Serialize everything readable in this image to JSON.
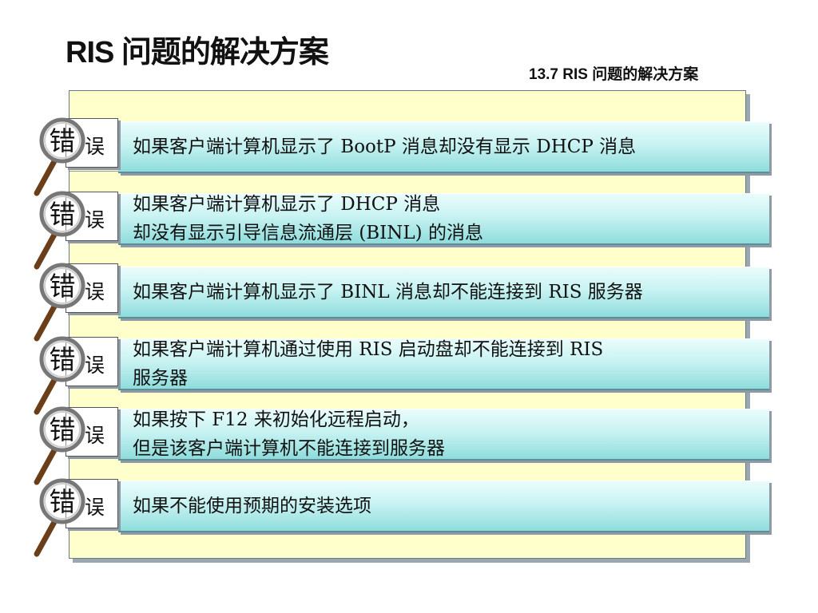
{
  "title": "RIS 问题的解决方案",
  "section_label": "13.7 RIS 问题的解决方案",
  "badge": {
    "char1": "错",
    "char2": "误"
  },
  "rows": [
    {
      "line1": "如果客户端计算机显示了 BootP 消息却没有显示 DHCP 消息",
      "line2": ""
    },
    {
      "line1": "如果客户端计算机显示了 DHCP 消息",
      "line2": "却没有显示引导信息流通层 (BINL) 的消息"
    },
    {
      "line1": "如果客户端计算机显示了 BINL 消息却不能连接到 RIS 服务器",
      "line2": ""
    },
    {
      "line1": "如果客户端计算机通过使用 RIS 启动盘却不能连接到 RIS",
      "line2": "服务器"
    },
    {
      "line1": "如果按下 F12 来初始化远程启动，",
      "line2": "但是该客户端计算机不能连接到服务器"
    },
    {
      "line1": "如果不能使用预期的安装选项",
      "line2": ""
    }
  ]
}
